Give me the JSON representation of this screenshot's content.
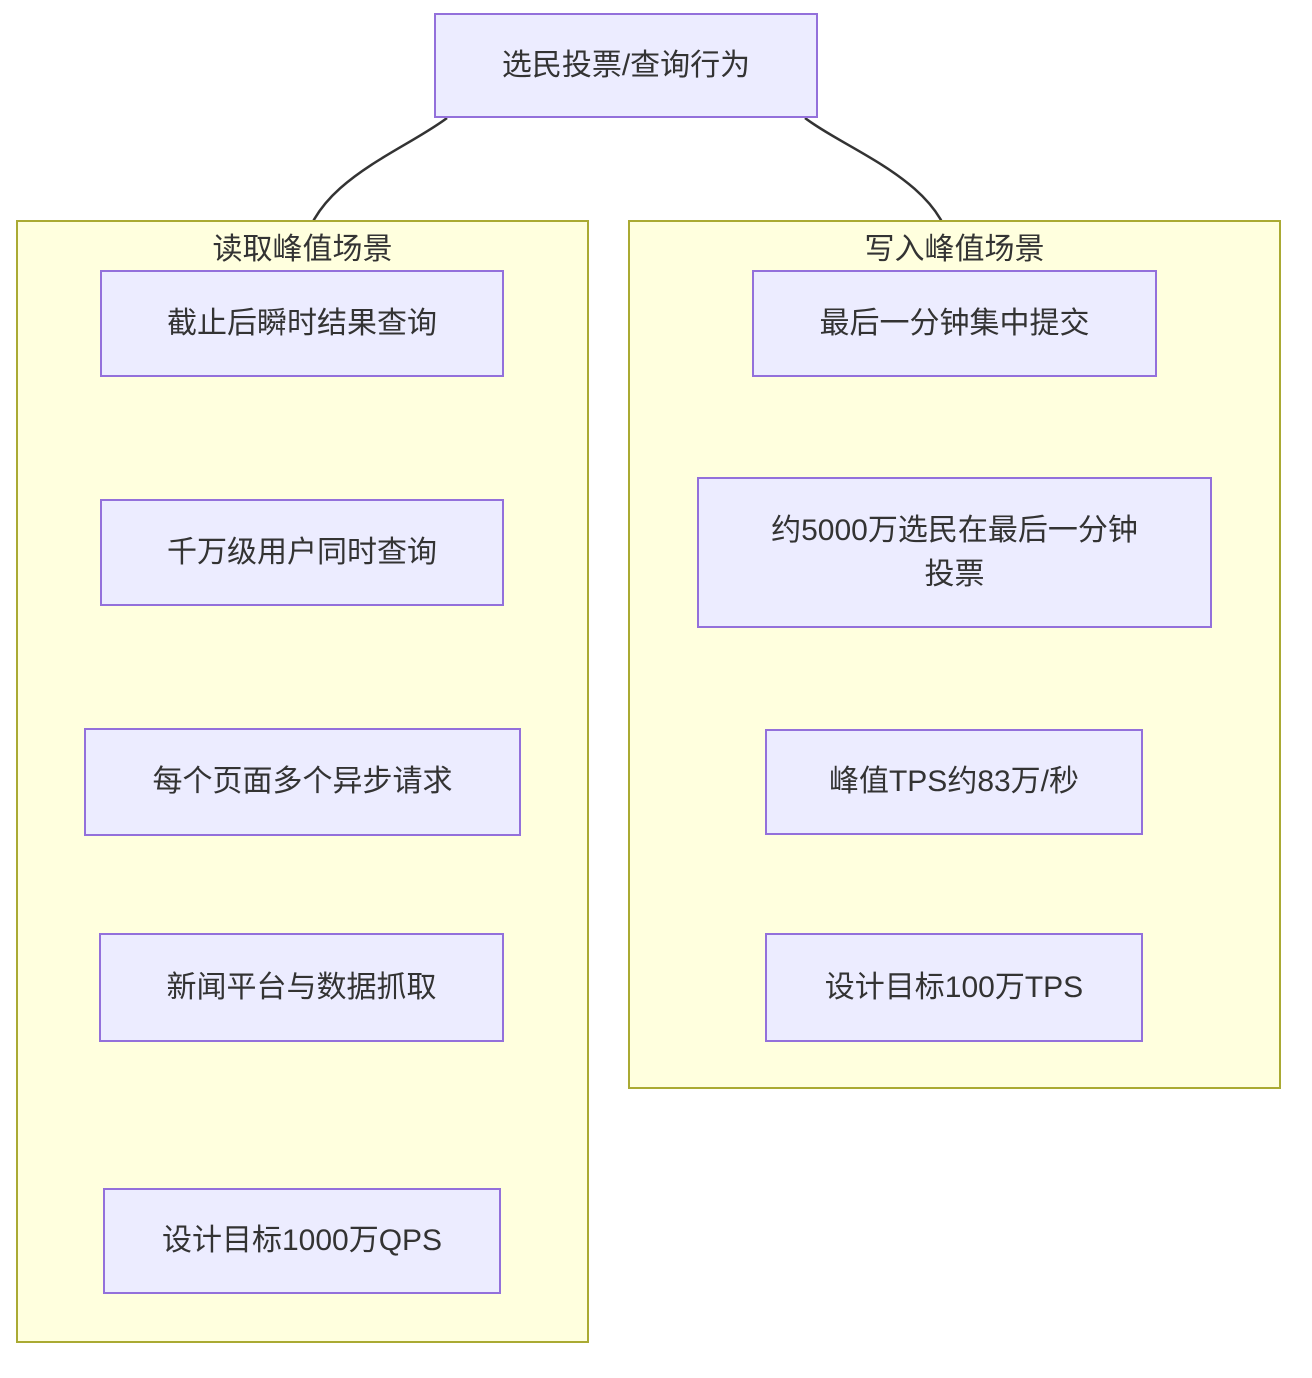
{
  "root_node": {
    "label": "选民投票/查询行为"
  },
  "subgraphs": [
    {
      "title": "读取峰值场景",
      "nodes": [
        {
          "label": "截止后瞬时结果查询"
        },
        {
          "label": "千万级用户同时查询"
        },
        {
          "label": "每个页面多个异步请求"
        },
        {
          "label": "新闻平台与数据抓取"
        },
        {
          "label": "设计目标1000万QPS"
        }
      ]
    },
    {
      "title": "写入峰值场景",
      "nodes": [
        {
          "label": "最后一分钟集中提交"
        },
        {
          "label": "约5000万选民在最后一分钟\n投票"
        },
        {
          "label": "峰值TPS约83万/秒"
        },
        {
          "label": "设计目标100万TPS"
        }
      ]
    }
  ],
  "colors": {
    "node_fill": "#ECECFF",
    "node_border": "#9370DB",
    "cluster_fill": "#FFFFDE",
    "cluster_border": "#AAAA33",
    "edge": "#333333",
    "text": "#333333",
    "background": "#FFFFFF"
  }
}
